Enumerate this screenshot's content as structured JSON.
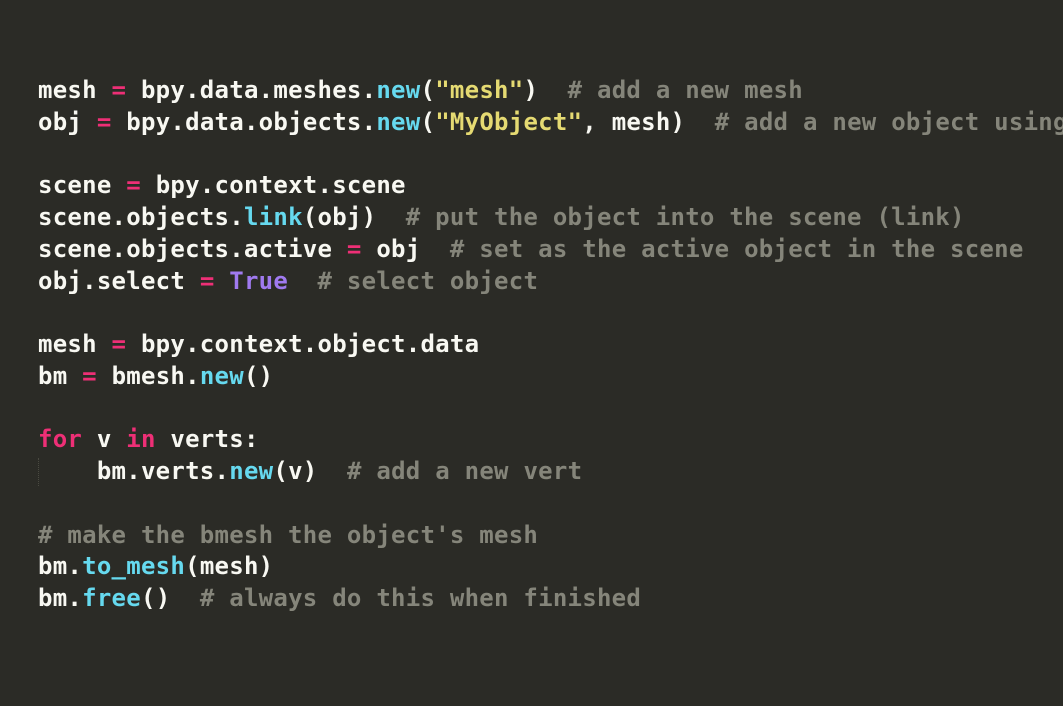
{
  "editor": {
    "background": "#2b2b26",
    "colors": {
      "default": "#f8f8f2",
      "keyword": "#ee2f76",
      "function": "#66d9ef",
      "string": "#e5da72",
      "constant": "#a07af0",
      "comment": "#85857a",
      "indent_guide": "#4a4a41"
    },
    "code": {
      "language": "python",
      "lines": [
        {
          "tokens": [
            {
              "t": "mesh ",
              "c": "fg"
            },
            {
              "t": "=",
              "c": "kw"
            },
            {
              "t": " bpy.data.meshes.",
              "c": "fg"
            },
            {
              "t": "new",
              "c": "fn"
            },
            {
              "t": "(",
              "c": "fg"
            },
            {
              "t": "\"mesh\"",
              "c": "str"
            },
            {
              "t": ")",
              "c": "fg"
            },
            {
              "t": "  ",
              "c": "fg"
            },
            {
              "t": "# add a new mesh",
              "c": "com"
            }
          ]
        },
        {
          "tokens": [
            {
              "t": "obj ",
              "c": "fg"
            },
            {
              "t": "=",
              "c": "kw"
            },
            {
              "t": " bpy.data.objects.",
              "c": "fg"
            },
            {
              "t": "new",
              "c": "fn"
            },
            {
              "t": "(",
              "c": "fg"
            },
            {
              "t": "\"MyObject\"",
              "c": "str"
            },
            {
              "t": ", mesh)",
              "c": "fg"
            },
            {
              "t": "  ",
              "c": "fg"
            },
            {
              "t": "# add a new object using",
              "c": "com"
            }
          ]
        },
        {
          "tokens": []
        },
        {
          "tokens": [
            {
              "t": "scene ",
              "c": "fg"
            },
            {
              "t": "=",
              "c": "kw"
            },
            {
              "t": " bpy.context.scene",
              "c": "fg"
            }
          ]
        },
        {
          "tokens": [
            {
              "t": "scene.objects.",
              "c": "fg"
            },
            {
              "t": "link",
              "c": "fn"
            },
            {
              "t": "(obj)",
              "c": "fg"
            },
            {
              "t": "  ",
              "c": "fg"
            },
            {
              "t": "# put the object into the scene (link)",
              "c": "com"
            }
          ]
        },
        {
          "tokens": [
            {
              "t": "scene.objects.active ",
              "c": "fg"
            },
            {
              "t": "=",
              "c": "kw"
            },
            {
              "t": " obj",
              "c": "fg"
            },
            {
              "t": "  ",
              "c": "fg"
            },
            {
              "t": "# set as the active object in the scene",
              "c": "com"
            }
          ]
        },
        {
          "tokens": [
            {
              "t": "obj.select ",
              "c": "fg"
            },
            {
              "t": "=",
              "c": "kw"
            },
            {
              "t": " ",
              "c": "fg"
            },
            {
              "t": "True",
              "c": "const"
            },
            {
              "t": "  ",
              "c": "fg"
            },
            {
              "t": "# select object",
              "c": "com"
            }
          ]
        },
        {
          "tokens": []
        },
        {
          "tokens": [
            {
              "t": "mesh ",
              "c": "fg"
            },
            {
              "t": "=",
              "c": "kw"
            },
            {
              "t": " bpy.context.object.data",
              "c": "fg"
            }
          ]
        },
        {
          "tokens": [
            {
              "t": "bm ",
              "c": "fg"
            },
            {
              "t": "=",
              "c": "kw"
            },
            {
              "t": " bmesh.",
              "c": "fg"
            },
            {
              "t": "new",
              "c": "fn"
            },
            {
              "t": "()",
              "c": "fg"
            }
          ]
        },
        {
          "tokens": []
        },
        {
          "tokens": [
            {
              "t": "for",
              "c": "kw"
            },
            {
              "t": " v ",
              "c": "fg"
            },
            {
              "t": "in",
              "c": "kw"
            },
            {
              "t": " verts:",
              "c": "fg"
            }
          ]
        },
        {
          "guide": true,
          "tokens": [
            {
              "t": "    bm.verts.",
              "c": "fg"
            },
            {
              "t": "new",
              "c": "fn"
            },
            {
              "t": "(v)",
              "c": "fg"
            },
            {
              "t": "  ",
              "c": "fg"
            },
            {
              "t": "# add a new vert",
              "c": "com"
            }
          ]
        },
        {
          "tokens": []
        },
        {
          "tokens": [
            {
              "t": "# make the bmesh the object's mesh",
              "c": "com"
            }
          ]
        },
        {
          "tokens": [
            {
              "t": "bm.",
              "c": "fg"
            },
            {
              "t": "to_mesh",
              "c": "fn"
            },
            {
              "t": "(mesh)",
              "c": "fg"
            }
          ]
        },
        {
          "tokens": [
            {
              "t": "bm.",
              "c": "fg"
            },
            {
              "t": "free",
              "c": "fn"
            },
            {
              "t": "()",
              "c": "fg"
            },
            {
              "t": "  ",
              "c": "fg"
            },
            {
              "t": "# always do this when finished",
              "c": "com"
            }
          ]
        }
      ]
    }
  }
}
